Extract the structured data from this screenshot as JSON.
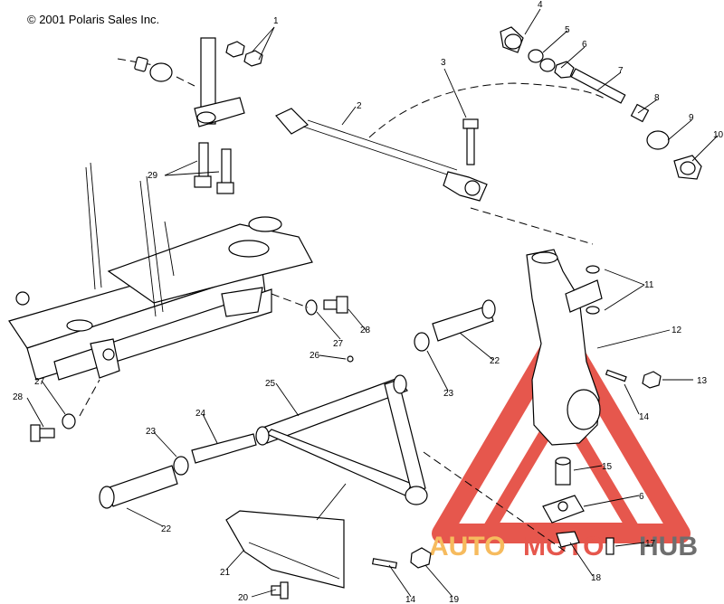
{
  "copyright": "© 2001 Polaris Sales Inc.",
  "watermark": {
    "part1": "AUTO",
    "part2": "MOTO",
    "part3": "HUB",
    "color_orange": "#f5b043",
    "color_red": "#e23a2e",
    "color_gray": "#555555"
  },
  "callouts": {
    "c1": "1",
    "c2": "2",
    "c3": "3",
    "c4": "4",
    "c5": "5",
    "c6a": "6",
    "c7": "7",
    "c8": "8",
    "c9": "9",
    "c10": "10",
    "c11": "11",
    "c12": "12",
    "c13": "13",
    "c14a": "14",
    "c15": "15",
    "c6b": "6",
    "c17": "17",
    "c18": "18",
    "c19": "19",
    "c14b": "14",
    "c20": "20",
    "c21": "21",
    "c22a": "22",
    "c22b": "22",
    "c23a": "23",
    "c23b": "23",
    "c24": "24",
    "c25": "25",
    "c26": "26",
    "c27a": "27",
    "c27b": "27",
    "c28a": "28",
    "c28b": "28",
    "c29": "29"
  }
}
